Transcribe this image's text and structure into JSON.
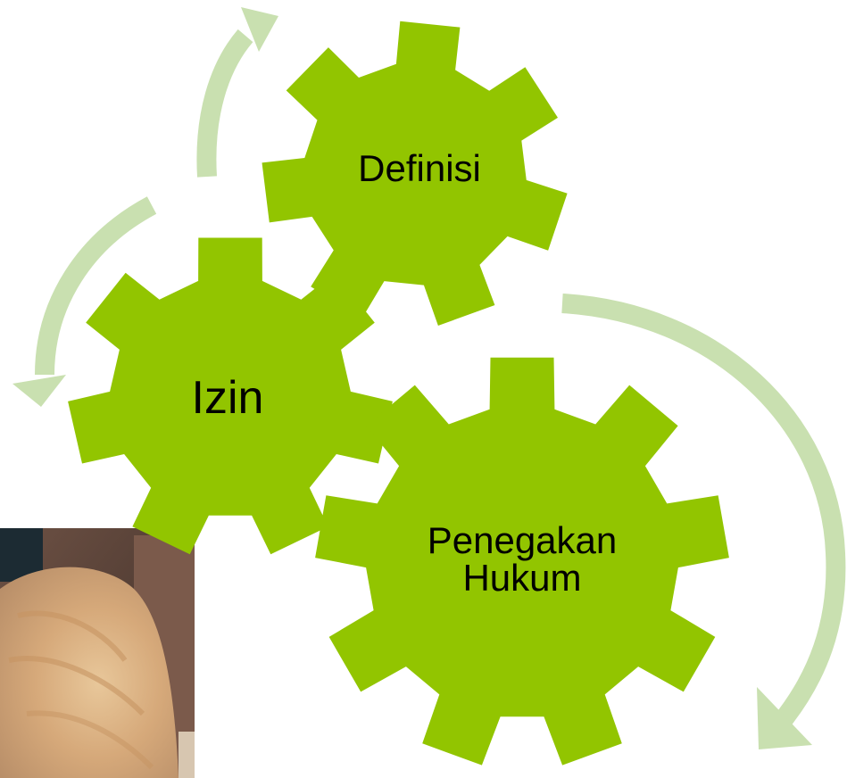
{
  "diagram": {
    "gears": [
      {
        "id": "definisi",
        "label": "Definisi"
      },
      {
        "id": "izin",
        "label": "Izin"
      },
      {
        "id": "penegakan",
        "label_line1": "Penegakan",
        "label_line2": "Hukum"
      }
    ],
    "colors": {
      "gear": "#92c500",
      "arrow": "#c9e0b0"
    }
  },
  "photo": {
    "description_icon": "cat-photo"
  }
}
